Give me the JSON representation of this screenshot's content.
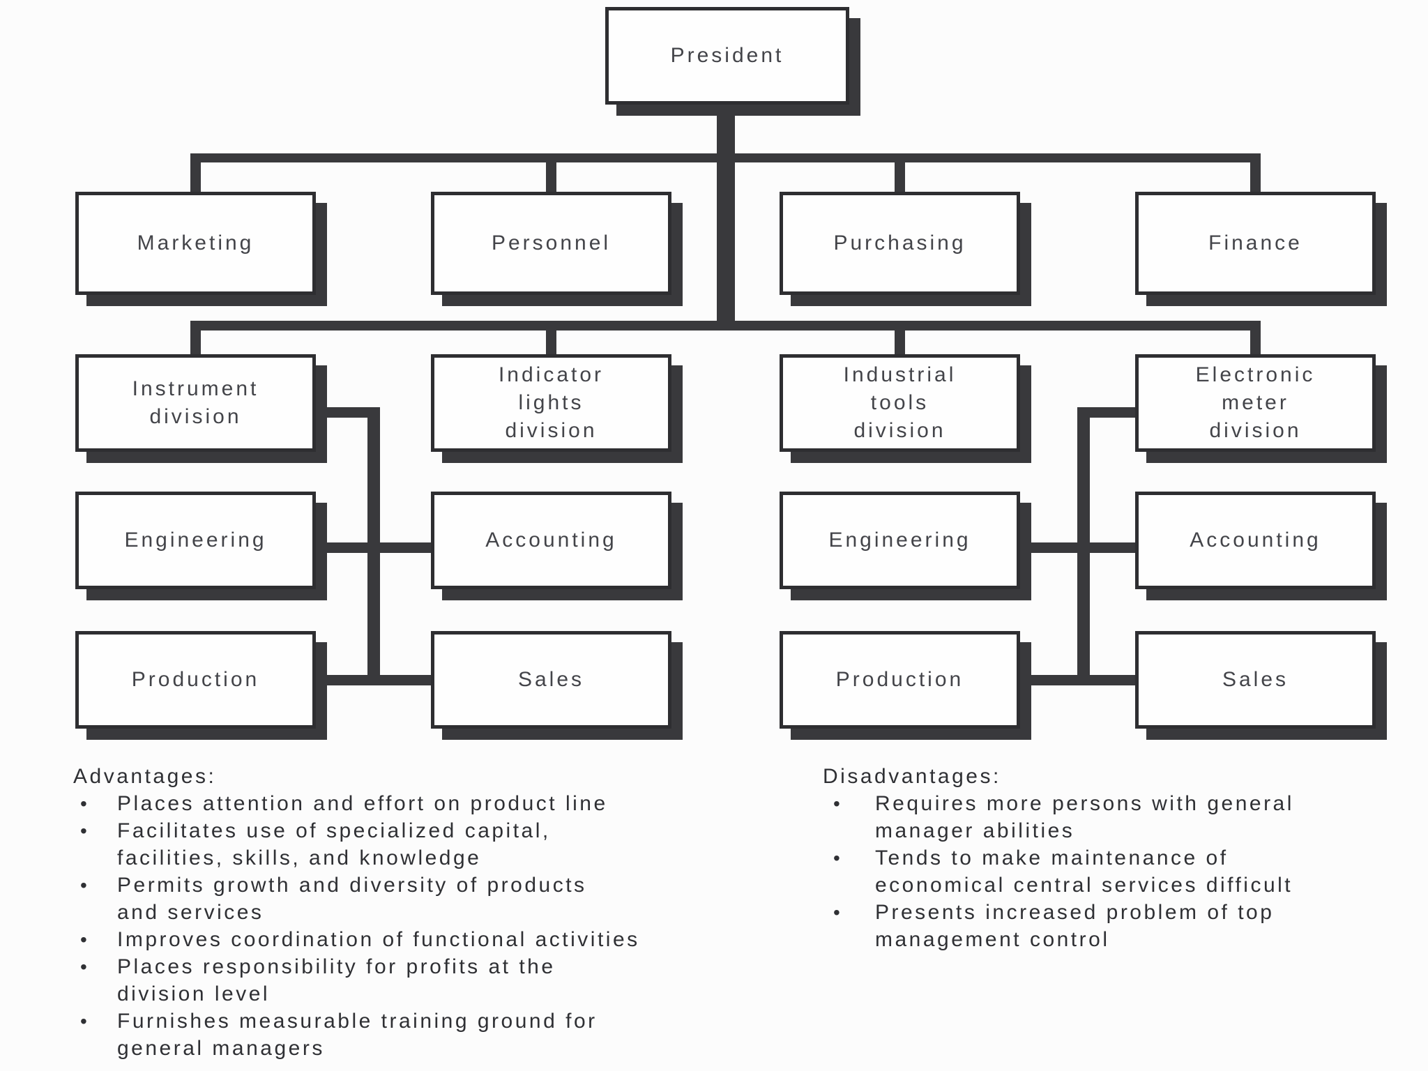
{
  "boxes": {
    "president": "President",
    "marketing": "Marketing",
    "personnel": "Personnel",
    "purchasing": "Purchasing",
    "finance": "Finance",
    "instrument_division": "Instrument\ndivision",
    "indicator_lights_division": "Indicator\nlights\ndivision",
    "industrial_tools_division": "Industrial\ntools\ndivision",
    "electronic_meter_division": "Electronic\nmeter\ndivision",
    "engineering_1": "Engineering",
    "accounting_1": "Accounting",
    "engineering_2": "Engineering",
    "accounting_2": "Accounting",
    "production_1": "Production",
    "sales_1": "Sales",
    "production_2": "Production",
    "sales_2": "Sales"
  },
  "lists": {
    "bullet_char": "•",
    "advantages": {
      "heading": "Advantages:",
      "items": [
        "Places attention and effort on product line",
        "Facilitates use of specialized capital,\nfacilities, skills, and knowledge",
        "Permits growth and diversity of products\nand services",
        "Improves coordination of functional activities",
        "Places responsibility for profits at the\ndivision level",
        "Furnishes measurable training ground for\ngeneral managers"
      ]
    },
    "disadvantages": {
      "heading": "Disadvantages:",
      "items": [
        "Requires more persons with general\nmanager abilities",
        "Tends to make maintenance of\neconomical central services difficult",
        "Presents increased problem of top\nmanagement control"
      ]
    }
  },
  "colors": {
    "line": "#39393c",
    "box_border": "#2e2e31",
    "box_fill": "#fefefe",
    "box_text": "#434449",
    "list_text": "#2f3034",
    "background": "#fcfcfc"
  }
}
